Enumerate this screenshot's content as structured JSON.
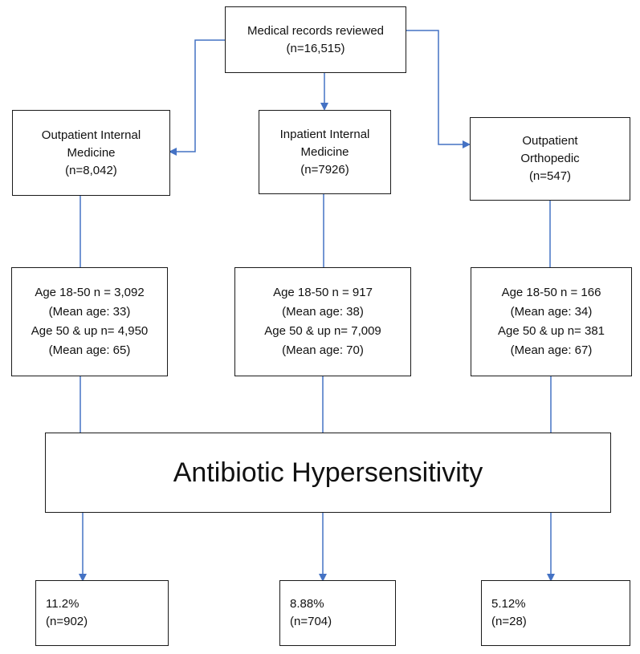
{
  "colors": {
    "connector": "#4472c4",
    "box_border": "#1a1a1a",
    "text": "#111111"
  },
  "top": {
    "line1": "Medical records reviewed",
    "line2": "(n=16,515)"
  },
  "groups": [
    {
      "title_lines": [
        "Outpatient Internal",
        "Medicine",
        "(n=8,042)"
      ],
      "age_lines": [
        "Age 18-50 n = 3,092",
        "(Mean age: 33)",
        "Age 50 & up n= 4,950",
        "(Mean age: 65)"
      ],
      "result_lines": [
        "11.2%",
        "(n=902)"
      ]
    },
    {
      "title_lines": [
        "Inpatient Internal",
        "Medicine",
        "(n=7926)"
      ],
      "age_lines": [
        "Age 18-50 n = 917",
        "(Mean age: 38)",
        "Age 50 & up n= 7,009",
        "(Mean age: 70)"
      ],
      "result_lines": [
        "8.88%",
        "(n=704)"
      ]
    },
    {
      "title_lines": [
        "Outpatient",
        "Orthopedic",
        "(n=547)"
      ],
      "age_lines": [
        "Age 18-50 n = 166",
        "(Mean age: 34)",
        "Age 50 & up n= 381",
        "(Mean age: 67)"
      ],
      "result_lines": [
        "5.12%",
        "(n=28)"
      ]
    }
  ],
  "center": {
    "label": "Antibiotic Hypersensitivity"
  }
}
